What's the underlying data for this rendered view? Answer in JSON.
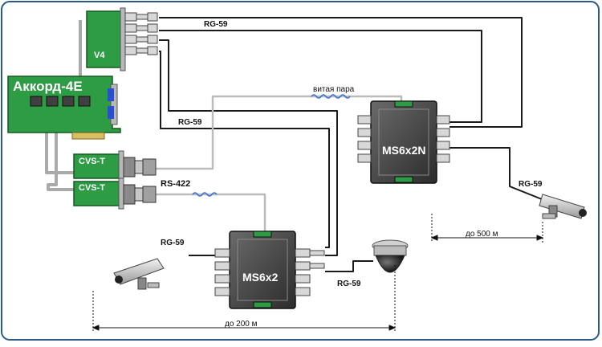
{
  "cards": {
    "main": "Аккорд-4E",
    "v4": "V4",
    "cvs1": "CVS-T",
    "cvs2": "CVS-T"
  },
  "boxes": {
    "ms6x2": "MS6x2",
    "ms6x2n": "MS6x2N"
  },
  "cables": {
    "rg59_top": "RG-59",
    "rg59_mid": "RG-59",
    "rg59_cam_left": "RG-59",
    "rg59_dome": "RG-59",
    "rg59_cam_right": "RG-59",
    "rs422": "RS-422",
    "twisted_pair": "витая пара"
  },
  "distances": {
    "left": "до 200 м",
    "right": "до  500 м"
  }
}
